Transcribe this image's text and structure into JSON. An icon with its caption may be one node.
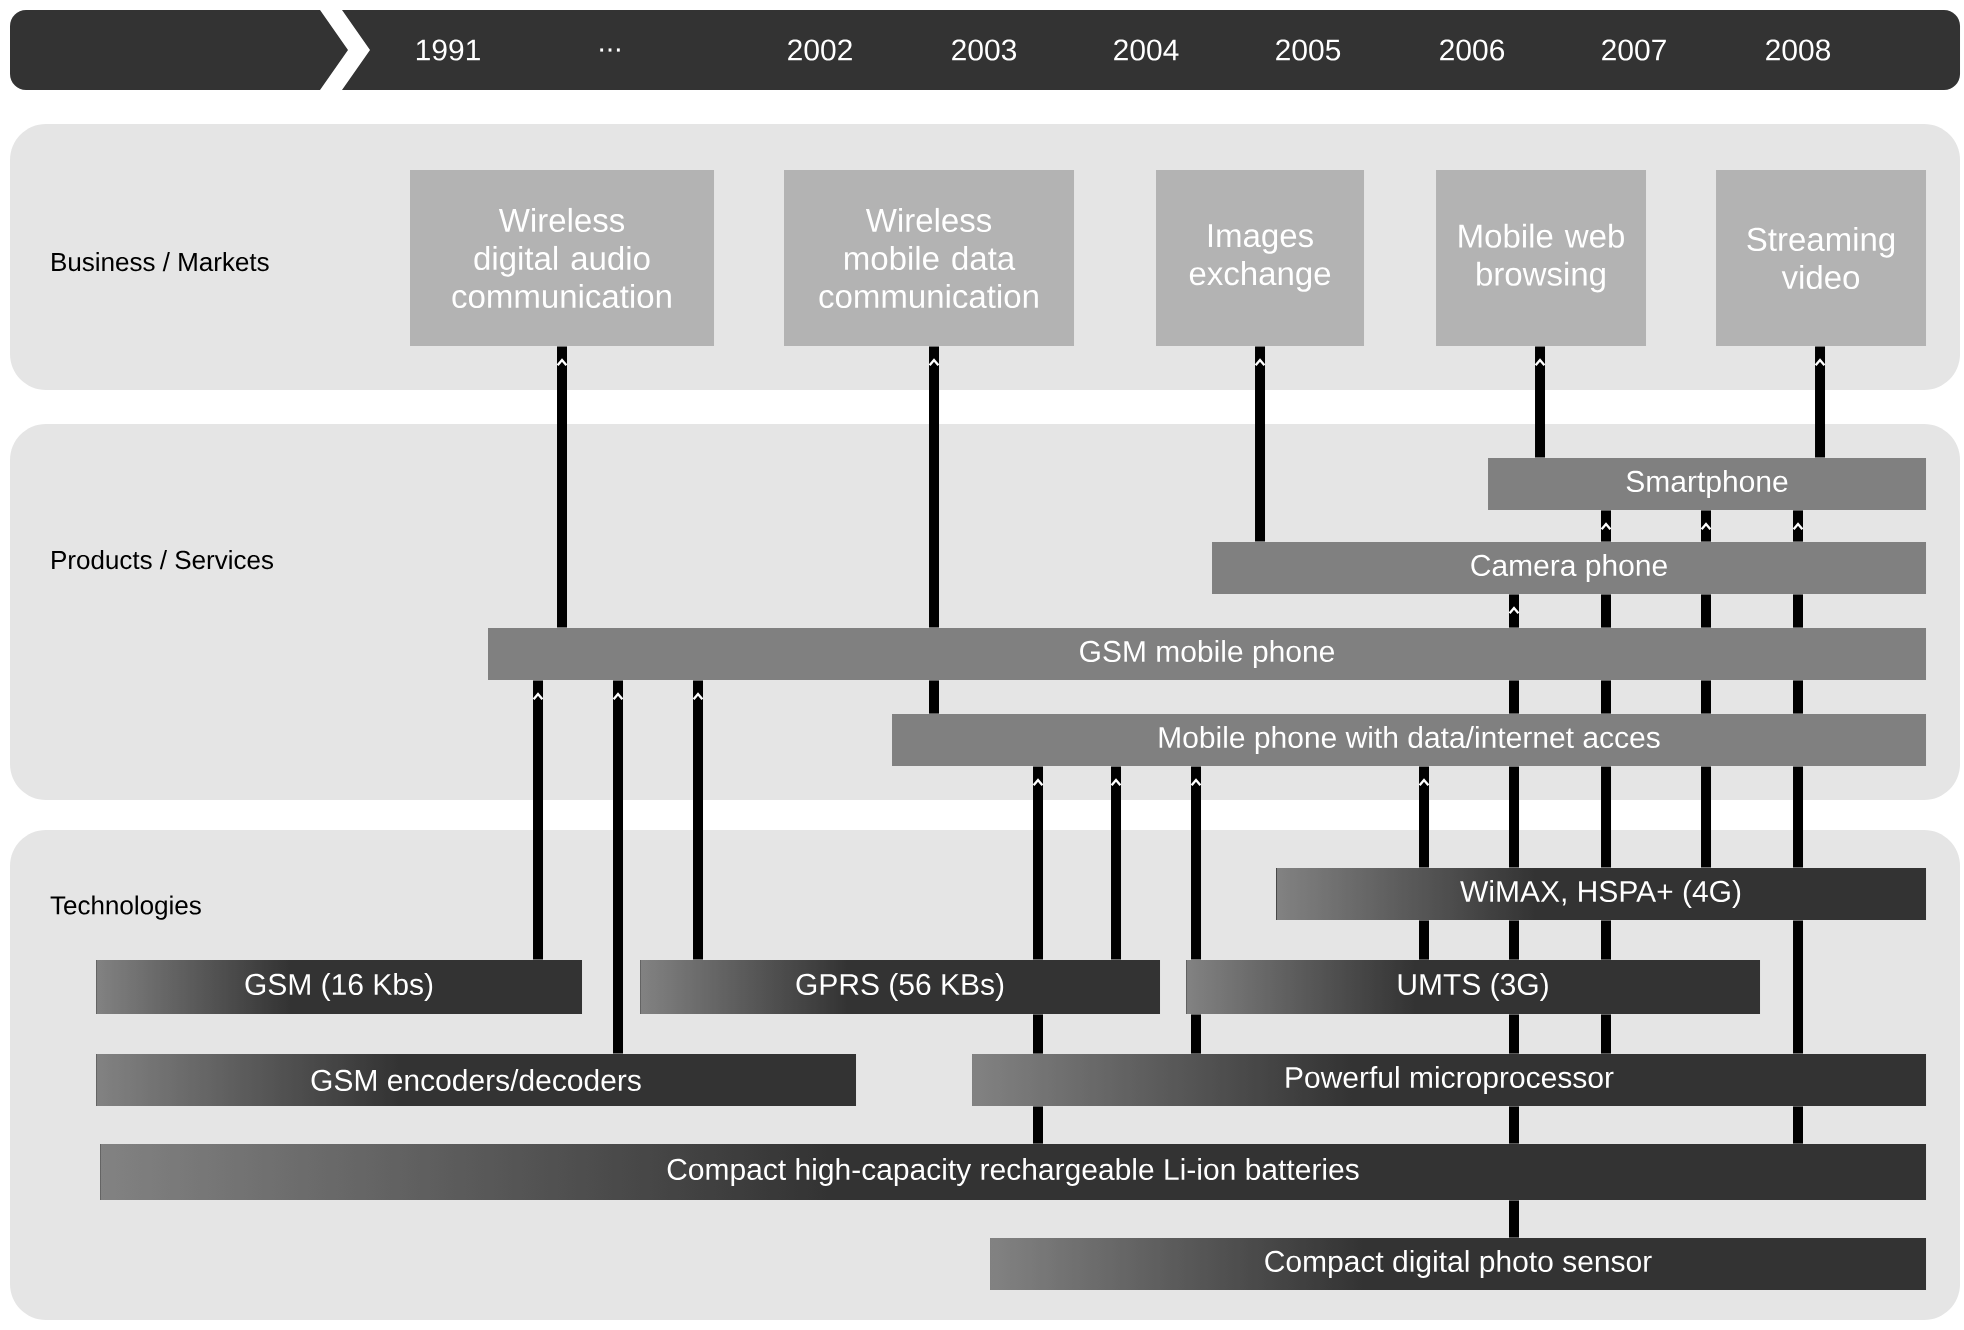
{
  "diagram": {
    "nodes": [
      {
        "text": [
          "Business / Markets"
        ]
      },
      {
        "text": [
          "Wireless digital audio communication"
        ],
        "in": 0
      },
      {
        "text": [
          "Wireless mobile data communication"
        ],
        "in": 0
      },
      {
        "text": [
          "Images exchange"
        ],
        "in": 0
      },
      {
        "text": [
          "Mobile web browsing"
        ],
        "in": 0
      },
      {
        "text": [
          "Streaming video"
        ],
        "in": 0
      },
      {
        "text": [
          "Products / Services"
        ]
      },
      {
        "text": [
          "Smartphone"
        ],
        "in": 6
      },
      {
        "text": [
          "Camera phone"
        ],
        "in": 6
      },
      {
        "text": [
          "GSM mobile phone"
        ],
        "in": 6
      },
      {
        "text": [
          "Mobile phone with data/internet acces"
        ],
        "in": 6
      },
      {
        "text": [
          "Technologies"
        ]
      },
      {
        "text": [
          "WiMAX, HSPA+ (4G)"
        ],
        "in": 11
      },
      {
        "text": [
          "GSM (16 Kbs)"
        ],
        "in": 11
      },
      {
        "text": [
          "GPRS (56 KBs)"
        ],
        "in": 11
      },
      {
        "text": [
          "UMTS (3G)"
        ],
        "in": 11
      },
      {
        "text": [
          "GSM encoders/decoders"
        ],
        "in": 11
      },
      {
        "text": [
          "Powerful microprocessor"
        ],
        "in": 11
      },
      {
        "text": [
          "Compact high-capacity rechargeable Li-ion batteries"
        ],
        "in": 11
      },
      {
        "text": [
          "Compact digital photo sensor"
        ],
        "in": 11
      }
    ],
    "edges": [
      {
        "from": 9,
        "to": 1,
        "arrow": "to"
      },
      {
        "from": 10,
        "to": 9,
        "arrow": "none"
      },
      {
        "from": 9,
        "to": 2,
        "arrow": "to"
      },
      {
        "from": 8,
        "to": 3,
        "arrow": "to"
      },
      {
        "from": 7,
        "to": 4,
        "arrow": "to"
      },
      {
        "from": 7,
        "to": 5,
        "arrow": "to"
      },
      {
        "from": 13,
        "to": 9,
        "arrow": "to"
      },
      {
        "from": 16,
        "to": 9,
        "arrow": "to"
      },
      {
        "from": 14,
        "to": 9,
        "arrow": "to"
      },
      {
        "from": 18,
        "to": 17,
        "arrow": "none"
      },
      {
        "from": 17,
        "to": 14,
        "arrow": "none"
      },
      {
        "from": 14,
        "to": 10,
        "arrow": "to"
      },
      {
        "from": 14,
        "to": 10,
        "arrow": "to"
      },
      {
        "from": 17,
        "to": 15,
        "arrow": "none"
      },
      {
        "from": 15,
        "to": 10,
        "arrow": "to"
      },
      {
        "from": 15,
        "to": 12,
        "arrow": "none"
      },
      {
        "from": 12,
        "to": 10,
        "arrow": "to"
      },
      {
        "from": 19,
        "to": 18,
        "arrow": "none"
      },
      {
        "from": 18,
        "to": 17,
        "arrow": "none"
      },
      {
        "from": 17,
        "to": 15,
        "arrow": "none"
      },
      {
        "from": 15,
        "to": 12,
        "arrow": "none"
      },
      {
        "from": 12,
        "to": 10,
        "arrow": "none"
      },
      {
        "from": 10,
        "to": 9,
        "arrow": "none"
      },
      {
        "from": 9,
        "to": 8,
        "arrow": "to"
      },
      {
        "from": 17,
        "to": 15,
        "arrow": "none"
      },
      {
        "from": 15,
        "to": 12,
        "arrow": "none"
      },
      {
        "from": 12,
        "to": 10,
        "arrow": "none"
      },
      {
        "from": 10,
        "to": 9,
        "arrow": "none"
      },
      {
        "from": 9,
        "to": 8,
        "arrow": "none"
      },
      {
        "from": 8,
        "to": 7,
        "arrow": "to"
      },
      {
        "from": 12,
        "to": 10,
        "arrow": "none"
      },
      {
        "from": 10,
        "to": 9,
        "arrow": "none"
      },
      {
        "from": 9,
        "to": 8,
        "arrow": "none"
      },
      {
        "from": 8,
        "to": 7,
        "arrow": "to"
      },
      {
        "from": 18,
        "to": 17,
        "arrow": "none"
      },
      {
        "from": 17,
        "to": 12,
        "arrow": "none"
      },
      {
        "from": 12,
        "to": 10,
        "arrow": "none"
      },
      {
        "from": 10,
        "to": 9,
        "arrow": "none"
      },
      {
        "from": 9,
        "to": 8,
        "arrow": "none"
      },
      {
        "from": 8,
        "to": 7,
        "arrow": "to"
      }
    ],
    "labels": [
      "1991",
      "...",
      "2002",
      "2003",
      "2004",
      "2005",
      "2006",
      "2007",
      "2008"
    ]
  }
}
